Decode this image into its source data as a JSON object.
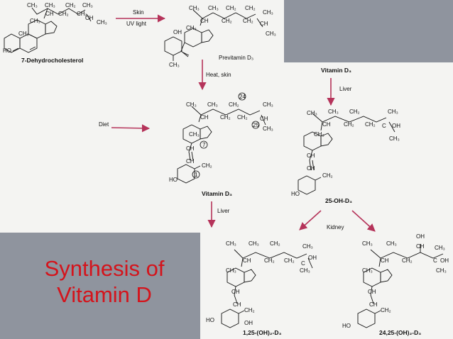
{
  "title": {
    "line1": "Synthesis of",
    "line2": "Vitamin D"
  },
  "compounds": {
    "dehydro": "7-Dehydrocholesterol",
    "previtamin": "Previtamin D₃",
    "vitd3_main": "Vitamin D₃",
    "vitd3_b": "Vitamin D₃",
    "oh25": "25-OH-D₃",
    "oh125": "1,25-(OH)₂-D₃",
    "oh2425": "24,25-(OH)₂-D₃"
  },
  "conditions": {
    "skin": "Skin",
    "uv": "UV light",
    "heat": "Heat, skin",
    "diet": "Diet",
    "liver1": "Liver",
    "liver2": "Liver",
    "kidney": "Kidney"
  },
  "atoms": {
    "ch3": "CH₃",
    "ch2": "CH₂",
    "ch": "CH",
    "c": "C",
    "oh": "OH",
    "ho": "HO"
  },
  "numbers": {
    "n24": "24",
    "n25": "25",
    "n7": "7",
    "n1": "1"
  },
  "colors": {
    "arrow": "#b5335a",
    "title": "#d4141c",
    "background": "#8f949e"
  }
}
